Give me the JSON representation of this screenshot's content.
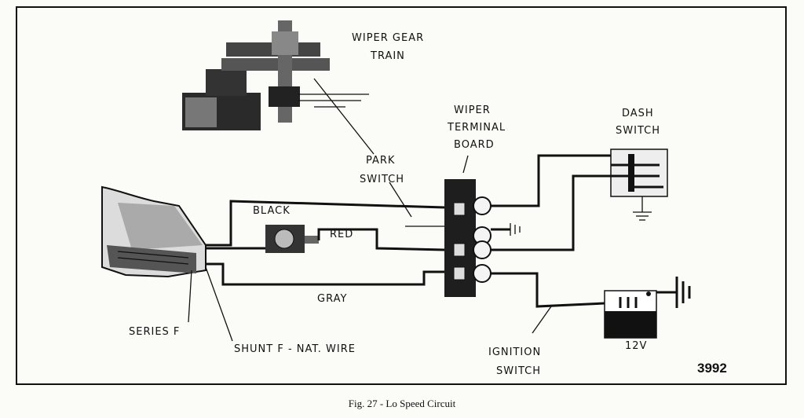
{
  "labels": {
    "wiper_gear_train_1": "WIPER GEAR",
    "wiper_gear_train_2": "TRAIN",
    "park_switch_1": "PARK",
    "park_switch_2": "SWITCH",
    "wiper_terminal_1": "WIPER",
    "wiper_terminal_2": "TERMINAL",
    "wiper_terminal_3": "BOARD",
    "dash_switch_1": "DASH",
    "dash_switch_2": "SWITCH",
    "black": "BLACK",
    "red": "RED",
    "gray": "GRAY",
    "series_f": "SERIES F",
    "shunt_f": "SHUNT F - NAT. WIRE",
    "ignition_1": "IGNITION",
    "ignition_2": "SWITCH",
    "battery": "12V",
    "figure_number": "3992"
  },
  "caption": "Fig. 27 - Lo Speed Circuit"
}
